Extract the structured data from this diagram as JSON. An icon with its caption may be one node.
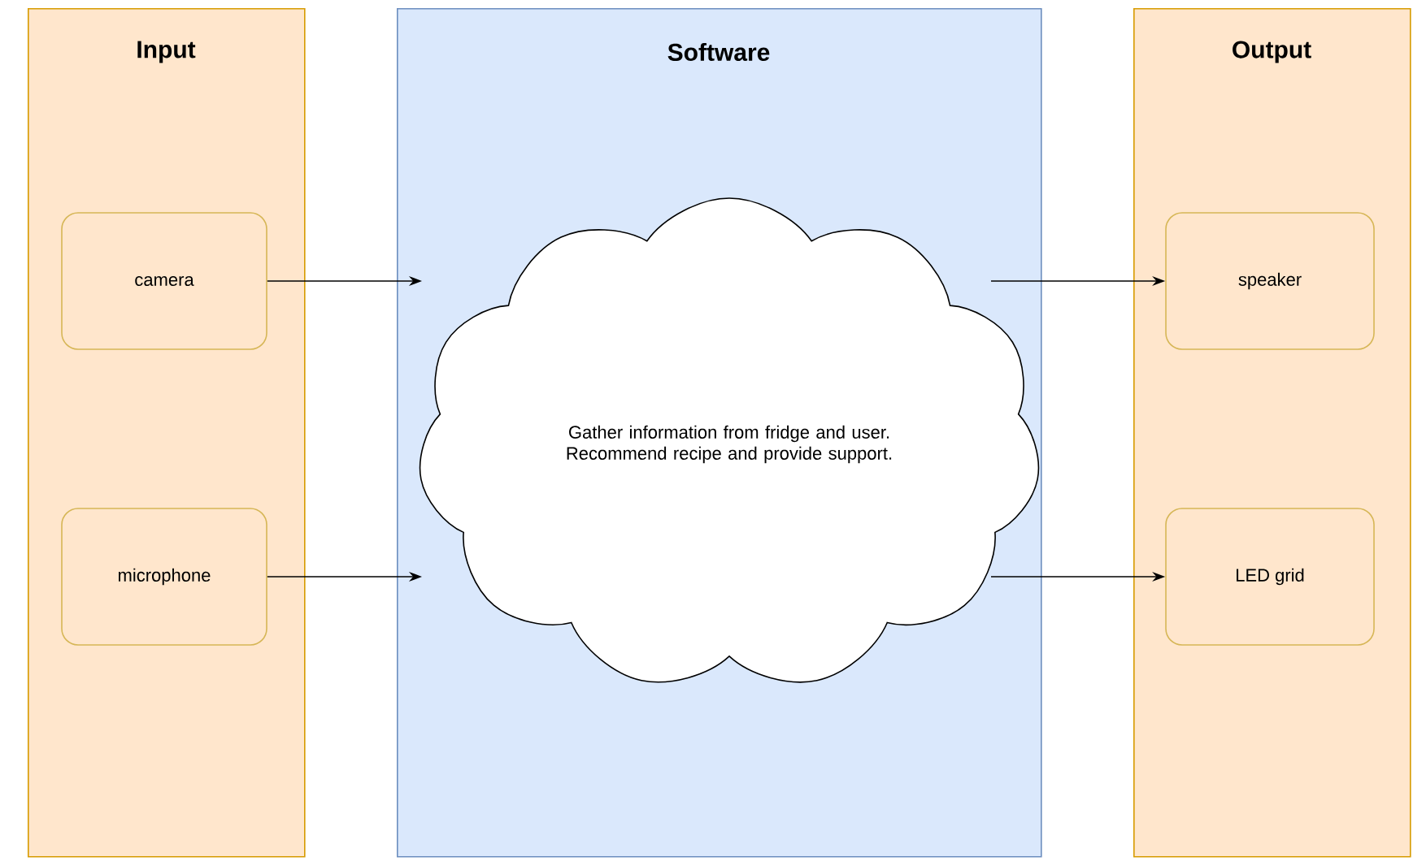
{
  "diagram": {
    "nodes": [
      {
        "text": [
          "Input"
        ]
      },
      {
        "text": [
          "camera"
        ],
        "in": 0
      },
      {
        "text": [
          "microphone"
        ],
        "in": 0
      },
      {
        "text": [
          "Software"
        ]
      },
      {
        "text": [
          "Gather information from fridge and user. Recommend recipe and provide support."
        ],
        "in": 3
      },
      {
        "text": [
          "Output"
        ]
      },
      {
        "text": [
          "speaker"
        ],
        "in": 5
      },
      {
        "text": [
          "LED grid"
        ],
        "in": 5
      }
    ],
    "edges": [
      {
        "from": 1,
        "to": 4,
        "arrow": "to"
      },
      {
        "from": 2,
        "to": 4,
        "arrow": "to"
      },
      {
        "from": 4,
        "to": 6,
        "arrow": "to"
      },
      {
        "from": 4,
        "to": 7,
        "arrow": "to"
      }
    ]
  }
}
